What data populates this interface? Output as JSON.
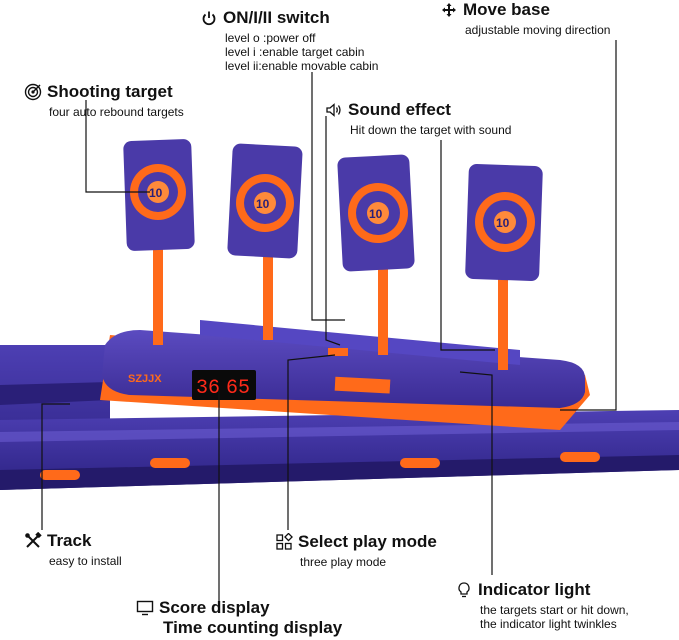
{
  "features": {
    "onoff": {
      "title": "ON/I/II switch",
      "icon": "power-icon",
      "lines": [
        "level o :power off",
        "level i :enable target cabin",
        "level ii:enable movable cabin"
      ]
    },
    "move_base": {
      "title": "Move base",
      "icon": "move-arrows-icon",
      "lines": [
        "adjustable moving direction"
      ]
    },
    "shooting_target": {
      "title": "Shooting target",
      "icon": "target-icon",
      "lines": [
        "four auto rebound targets"
      ]
    },
    "sound_effect": {
      "title": "Sound effect",
      "icon": "speaker-icon",
      "lines": [
        "Hit down the target with sound"
      ]
    },
    "track": {
      "title": "Track",
      "icon": "tools-icon",
      "lines": [
        "easy to install"
      ]
    },
    "select_mode": {
      "title": "Select play mode",
      "icon": "mode-select-icon",
      "lines": [
        "three play mode"
      ]
    },
    "score_display": {
      "title": "Score display",
      "title2": "Time counting display",
      "icon": "monitor-icon"
    },
    "indicator": {
      "title": "Indicator light",
      "icon": "lightbulb-icon",
      "lines": [
        "the targets start or hit down,",
        "the indicator light twinkles"
      ]
    }
  },
  "device": {
    "brand": "SZJJX",
    "display_left": "36",
    "display_right": "65",
    "target_numbers": [
      "10",
      "10",
      "10",
      "10"
    ]
  },
  "colors": {
    "purple": "#4a3aa8",
    "orange": "#ff6a1a",
    "track": "#3b2f9e",
    "display_red": "#ff2a1a"
  }
}
